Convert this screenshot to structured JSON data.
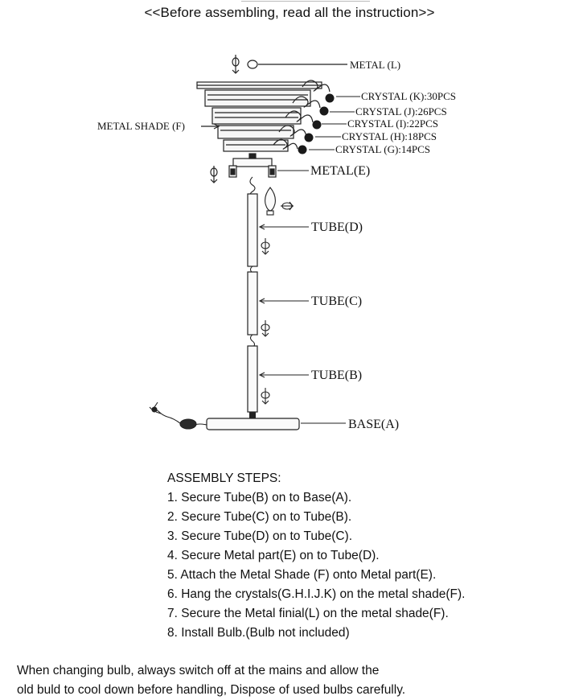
{
  "header": {
    "subtitle": "<<Before assembling, read all the instruction>>"
  },
  "labels": {
    "metal_l": "METAL  (L)",
    "crystal_k": "CRYSTAL (K):30PCS",
    "crystal_j": "CRYSTAL (J):26PCS",
    "crystal_i": "CRYSTAL (I):22PCS",
    "crystal_h": "CRYSTAL (H):18PCS",
    "crystal_g": "CRYSTAL (G):14PCS",
    "metal_shade_f": "METAL SHADE (F)",
    "metal_e": "METAL(E)",
    "tube_d": "TUBE(D)",
    "tube_c": "TUBE(C)",
    "tube_b": "TUBE(B)",
    "base_a": "BASE(A)"
  },
  "steps": {
    "title": "ASSEMBLY STEPS:",
    "items": [
      "1. Secure Tube(B) on to Base(A).",
      "2. Secure Tube(C) on to Tube(B).",
      "3. Secure Tube(D) on to Tube(C).",
      "4. Secure Metal part(E) on to Tube(D).",
      "5. Attach the Metal Shade (F) onto Metal part(E).",
      "6. Hang the crystals(G.H.I.J.K) on the metal shade(F).",
      "7. Secure the Metal finial(L) on the metal shade(F).",
      "8. Install Bulb.(Bulb not included)"
    ]
  },
  "note": {
    "line1": "When changing bulb, always switch off at the mains and allow the",
    "line2": "old buld to cool down before handling, Dispose of used bulbs carefully."
  }
}
